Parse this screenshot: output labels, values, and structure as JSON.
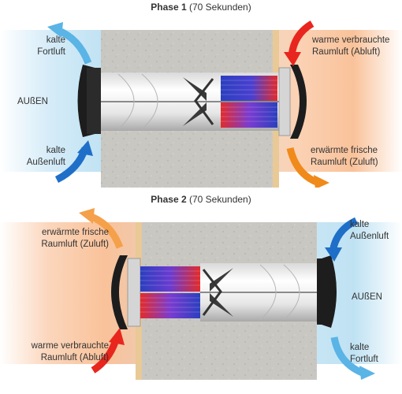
{
  "phase1": {
    "title_bold": "Phase 1",
    "title_rest": "(70 Sekunden)",
    "labels": {
      "top_left": [
        "kalte",
        "Fortluft"
      ],
      "middle_left": "AUßEN",
      "bottom_left": [
        "kalte",
        "Außenluft"
      ],
      "top_right": [
        "warme verbrauchte",
        "Raumluft (Abluft)"
      ],
      "bottom_right": [
        "erwärmte frische",
        "Raumluft (Zuluft)"
      ]
    }
  },
  "phase2": {
    "title_bold": "Phase 2",
    "title_rest": "(70 Sekunden)",
    "labels": {
      "top_left": [
        "erwärmte frische",
        "Raumluft (Zuluft)"
      ],
      "bottom_left": [
        "warme verbrauchte",
        "Raumluft (Abluft)"
      ],
      "top_right": [
        "kalte",
        "Außenluft"
      ],
      "middle_right": "AUßEN",
      "bottom_right": [
        "kalte",
        "Fortluft"
      ]
    }
  },
  "colors": {
    "cold": "#bfe2f3",
    "warm": "#f9c29a",
    "wall": "#c9c7c2",
    "arrow_cold": "#2f8fd6",
    "arrow_warm": "#e8261e",
    "arrow_fresh": "#f08a1a"
  }
}
